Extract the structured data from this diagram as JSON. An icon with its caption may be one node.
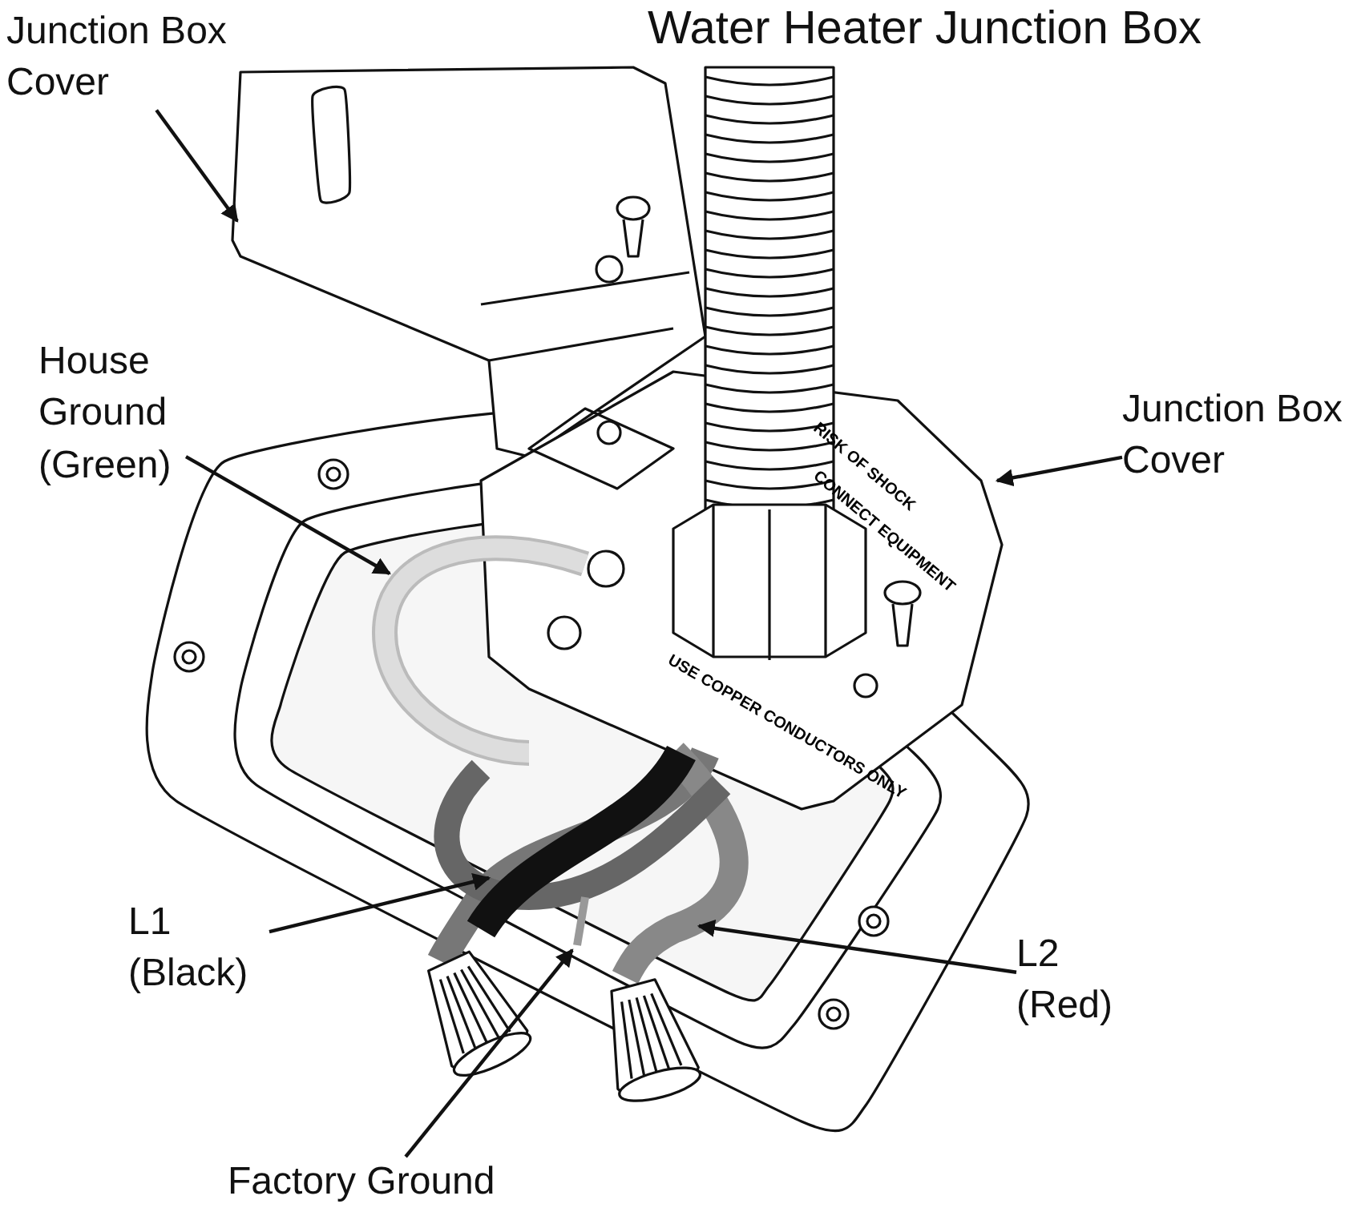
{
  "diagram": {
    "title": "Water Heater Junction Box",
    "nodes": [
      {
        "text": [
          "Junction Box Cover"
        ]
      },
      {
        "text": [
          "House Ground (Green)"
        ]
      },
      {
        "text": [
          "Junction Box Cover"
        ]
      },
      {
        "text": [
          "L1 (Black)"
        ]
      },
      {
        "text": [
          "L2 (Red)"
        ]
      },
      {
        "text": [
          "Factory Ground"
        ]
      }
    ],
    "edges": [
      {
        "from": 0,
        "to": null,
        "arrow": "to"
      },
      {
        "from": 1,
        "to": null,
        "arrow": "to"
      },
      {
        "from": 2,
        "to": null,
        "arrow": "to"
      },
      {
        "from": 3,
        "to": null,
        "arrow": "to"
      },
      {
        "from": 4,
        "to": null,
        "arrow": "to"
      },
      {
        "from": 5,
        "to": null,
        "arrow": "to"
      }
    ],
    "labels": [
      "RISK OF SHOCK",
      "CONNECT EQUIPMENT",
      "USE COPPER CONDUCTORS ONLY"
    ]
  }
}
